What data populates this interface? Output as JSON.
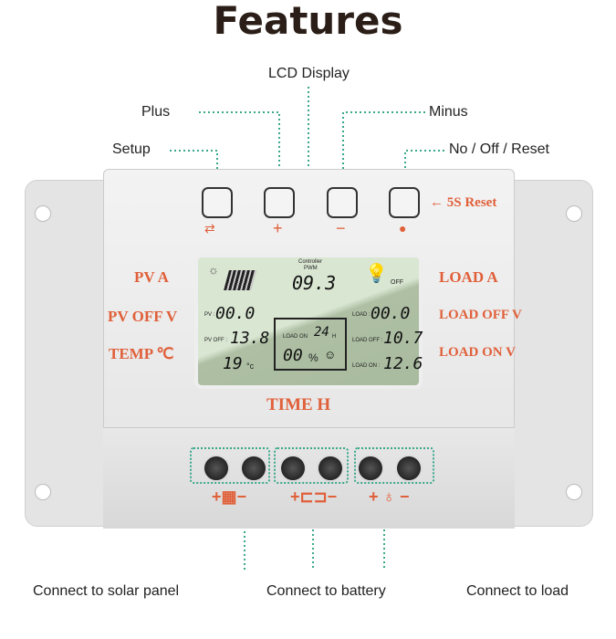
{
  "title": "Features",
  "callouts": {
    "lcd": "LCD Display",
    "plus": "Plus",
    "minus": "Minus",
    "setup": "Setup",
    "reset": "No / Off / Reset",
    "solar": "Connect to solar panel",
    "battery": "Connect to battery",
    "load": "Connect to load"
  },
  "panel": {
    "reset_hint": "← 5S Reset",
    "pv_a": "PV A",
    "pv_off": "PV OFF V",
    "temp": "TEMP ℃",
    "load_a": "LOAD A",
    "load_off": "LOAD OFF V",
    "load_on": "LOAD ON V",
    "time": "TIME H"
  },
  "lcd": {
    "controller": "Controller",
    "pwm": "PWM",
    "voltage": "09.3",
    "bulb_state": "OFF",
    "pv_label": "PV :",
    "pv_value": "00.0",
    "pv_off_label": "PV OFF :",
    "pv_off_value": "13.8",
    "temp_value": "19",
    "temp_unit": "°c",
    "load_on_label": "LOAD ON",
    "hours": "24",
    "hours_unit": "H",
    "percent": "00",
    "percent_unit": "%",
    "load_label": "LOAD :",
    "load_value": "00.0",
    "load_off_label": "LOAD OFF :",
    "load_off_value": "10.7",
    "load_on2_label": "LOAD ON :",
    "load_on_value": "12.6"
  },
  "colors": {
    "accent": "#e0603a",
    "dotted": "#3aa88a",
    "title": "#2b1d17"
  }
}
